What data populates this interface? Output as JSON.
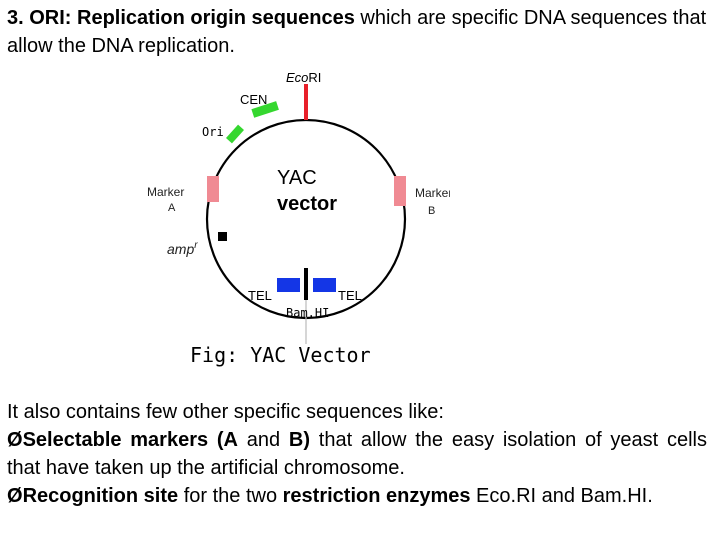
{
  "intro": {
    "heading": "3. ORI: Replication origin sequences",
    "rest": " which are specific DNA sequences that allow the DNA replication."
  },
  "diagram": {
    "center_line1": "YAC",
    "center_line2": "vector",
    "ecori_prefix": "Eco",
    "ecori_suffix": "RI",
    "cen": "CEN",
    "ori": "Ori",
    "marker_a_line1": "Marker",
    "marker_a_line2": "A",
    "marker_b_line1": "Marker",
    "marker_b_line2": "B",
    "amp": "amp",
    "amp_sup": "r",
    "tel_left": "TEL",
    "tel_right": "TEL",
    "bamhi": "Bam.HI",
    "caption": "Fig: YAC Vector",
    "colors": {
      "ring": "#000000",
      "ecori_site": "#e8202a",
      "centromere": "#35d72f",
      "marker": "#f08a93",
      "amp_gene": "#000000",
      "telomere": "#1436e6",
      "bamhi_site": "#000000"
    }
  },
  "body": {
    "line1": "It also contains few other specific sequences like:",
    "b1_bold": "Selectable markers (A",
    "b1_mid": " and ",
    "b1_bold2": "B)",
    "b1_rest": " that allow the easy isolation of yeast cells that have taken up the artificial chromosome.",
    "b2_bold": "Recognition site",
    "b2_mid": " for the two ",
    "b2_bold2": "restriction enzymes",
    "b2_rest": " Eco.RI and Bam.HI.",
    "bullet_glyph": "Ø"
  }
}
